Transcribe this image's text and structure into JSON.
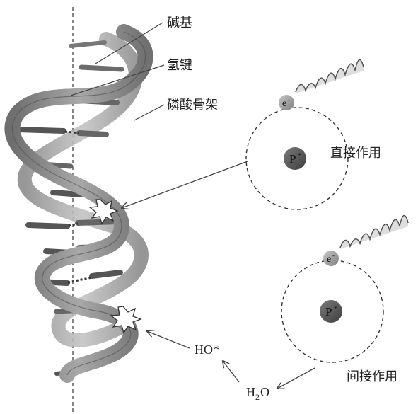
{
  "labels": {
    "base": "碱基",
    "hydrogen_bond": "氢键",
    "backbone": "磷酸骨架",
    "direct": "直接作用",
    "indirect": "间接作用"
  },
  "nucleus": {
    "symbol": "P",
    "charge": "+"
  },
  "electron": {
    "symbol": "e",
    "charge": "-"
  },
  "radical": "HO*",
  "water": {
    "h": "H",
    "sub": "2",
    "o": "O"
  },
  "colors": {
    "ribbon": "#8a8a8a",
    "ribbon_dark": "#5a5a5a",
    "nucleus": "#555555",
    "electron": "#9a9a9a"
  }
}
